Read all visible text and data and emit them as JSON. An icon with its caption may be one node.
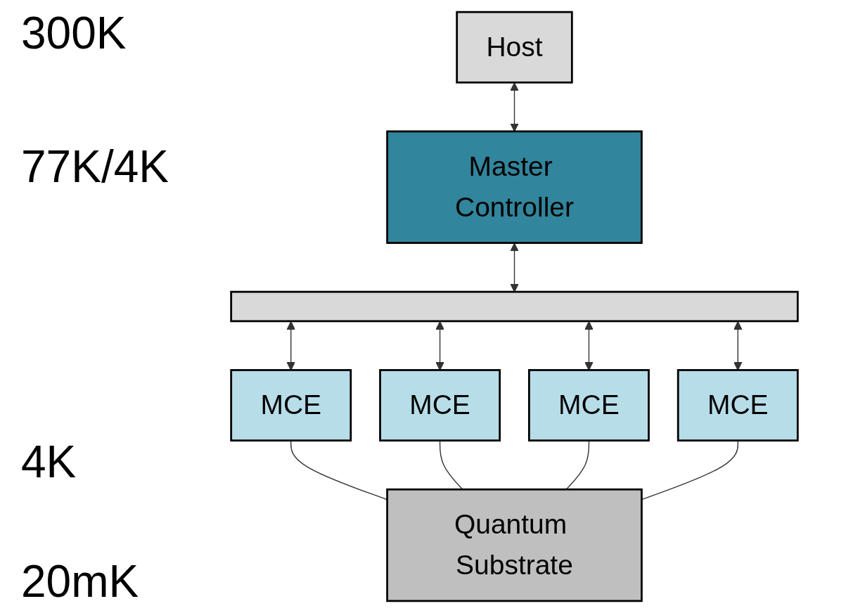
{
  "diagram": {
    "nodes": [
      {
        "text": [
          "Host"
        ]
      },
      {
        "text": [
          "Master Controller"
        ]
      },
      {
        "text": [],
        "shape": "bar"
      },
      {
        "text": [
          "MCE"
        ]
      },
      {
        "text": [
          "MCE"
        ]
      },
      {
        "text": [
          "MCE"
        ]
      },
      {
        "text": [
          "MCE"
        ]
      },
      {
        "text": [
          "Quantum Substrate"
        ]
      }
    ],
    "edges": [
      {
        "from": 0,
        "to": 1,
        "arrow": "both"
      },
      {
        "from": 1,
        "to": 2,
        "arrow": "both"
      },
      {
        "from": 2,
        "to": 3,
        "arrow": "both"
      },
      {
        "from": 2,
        "to": 4,
        "arrow": "both"
      },
      {
        "from": 2,
        "to": 5,
        "arrow": "both"
      },
      {
        "from": 2,
        "to": 6,
        "arrow": "both"
      },
      {
        "from": 3,
        "to": 7,
        "arrow": "none"
      },
      {
        "from": 4,
        "to": 7,
        "arrow": "none"
      },
      {
        "from": 5,
        "to": 7,
        "arrow": "none"
      },
      {
        "from": 6,
        "to": 7,
        "arrow": "none"
      }
    ],
    "labels": [
      "300K",
      "77K/4K",
      "4K",
      "20mK"
    ]
  }
}
